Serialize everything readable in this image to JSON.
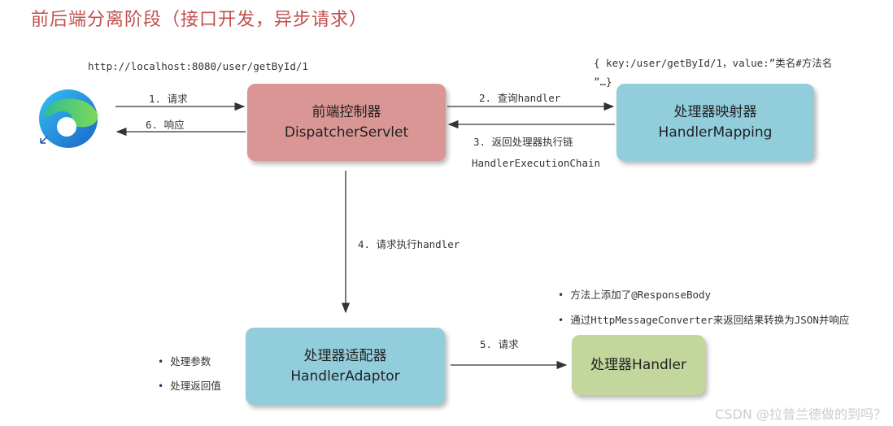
{
  "title": "前后端分离阶段（接口开发，异步请求）",
  "browser_url": "http://localhost:8080/user/getById/1",
  "handler_map_note_line1": "{ key:/user/getById/1，value:”类名#方法名",
  "handler_map_note_line2": "”…}",
  "boxes": {
    "dispatcher": {
      "line1": "前端控制器",
      "line2": "DispatcherServlet"
    },
    "mapping": {
      "line1": "处理器映射器",
      "line2": "HandlerMapping"
    },
    "adaptor": {
      "line1": "处理器适配器",
      "line2": "HandlerAdaptor"
    },
    "handler": {
      "line1": "处理器Handler"
    }
  },
  "arrows": {
    "request": "1. 请求",
    "response": "6. 响应",
    "query_handler": "2. 查询handler",
    "return_chain_line1": "3. 返回处理器执行链",
    "return_chain_line2": "HandlerExecutionChain",
    "execute_handler": "4. 请求执行handler",
    "request_handler": "5. 请求"
  },
  "handler_notes": [
    "方法上添加了@ResponseBody",
    "通过HttpMessageConverter来返回结果转换为JSON并响应"
  ],
  "adaptor_notes": [
    "处理参数",
    "处理返回值"
  ],
  "watermark": "CSDN @拉普兰德做的到吗？",
  "colors": {
    "title": "#c0504d",
    "dispatcher_box": "#da9694",
    "mapping_box": "#92cddc",
    "adaptor_box": "#92cddc",
    "handler_box": "#c3d69b"
  },
  "icon": "edge-browser-icon"
}
